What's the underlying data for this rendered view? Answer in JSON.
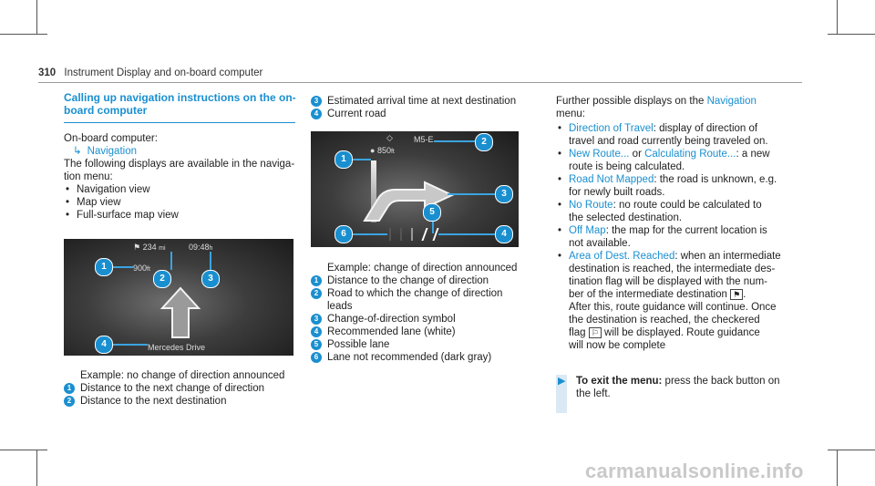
{
  "header": {
    "page_number": "310",
    "title": "Instrument Display and on-board computer"
  },
  "section": {
    "title_line1": "Calling up navigation instructions on the on-",
    "title_line2": "board computer",
    "intro": "On-board computer:",
    "nav_link": "Navigation",
    "desc_line1": "The following displays are available in the naviga-",
    "desc_line2": "tion menu:",
    "menu_items": [
      "Navigation view",
      "Map view",
      "Full-surface map view"
    ]
  },
  "figure1": {
    "distance_dest": "234",
    "distance_dest_unit": "mi",
    "time": "09:48",
    "time_unit": "h",
    "distance_dir": "900",
    "distance_dir_unit": "ft",
    "road": "Mercedes Drive",
    "callouts": [
      "1",
      "2",
      "3",
      "4"
    ],
    "caption": "Example: no change of direction announced",
    "legend": [
      {
        "num": "1",
        "text": "Distance to the next change of direction"
      },
      {
        "num": "2",
        "text": "Distance to the next destination"
      }
    ]
  },
  "col2_legend_top": [
    {
      "num": "3",
      "text": "Estimated arrival time at next destination"
    },
    {
      "num": "4",
      "text": "Current road"
    }
  ],
  "figure2": {
    "road": "M5-E",
    "distance": "850",
    "distance_unit": "ft",
    "callouts": [
      "1",
      "2",
      "3",
      "4",
      "5",
      "6"
    ],
    "caption": "Example: change of direction announced",
    "legend": [
      {
        "num": "1",
        "text": "Distance to the change of direction"
      },
      {
        "num": "2",
        "text": "Road to which the change of direction leads"
      },
      {
        "num": "3",
        "text": "Change-of-direction symbol"
      },
      {
        "num": "4",
        "text": "Recommended lane (white)"
      },
      {
        "num": "5",
        "text": "Possible lane"
      },
      {
        "num": "6",
        "text": "Lane not recommended (dark gray)"
      }
    ]
  },
  "col3": {
    "intro_prefix": "Further possible displays on the ",
    "intro_link": "Navigation",
    "intro_suffix": "menu:",
    "items": [
      {
        "link": "Direction of Travel",
        "lines": [
          ": display of direction of",
          "travel and road currently being traveled on."
        ]
      },
      {
        "link": "New Route...",
        "mid": " or ",
        "link2": "Calculating Route...",
        "lines": [
          ": a new",
          "route is being calculated."
        ]
      },
      {
        "link": "Road Not Mapped",
        "lines": [
          ": the road is unknown, e.g.",
          "for newly built roads."
        ]
      },
      {
        "link": "No Route",
        "lines": [
          ": no route could be calculated to",
          "the selected destination."
        ]
      },
      {
        "link": "Off Map",
        "lines": [
          ": the map for the current location is",
          "not available."
        ]
      },
      {
        "link": "Area of Dest. Reached",
        "lines": [
          ": when an intermediate",
          "destination is reached, the intermediate des-",
          "tination flag will be displayed with the num-",
          "ber of the intermediate destination",
          "After this, route guidance will continue. Once",
          "the destination is reached, the checkered",
          "will be displayed. Route guidance",
          "will now be complete"
        ]
      }
    ],
    "flag_word": "flag",
    "tip_bold": "To exit the menu:",
    "tip_line1": " press the back button on",
    "tip_line2": "the left."
  },
  "watermark": "carmanualsonline.info"
}
